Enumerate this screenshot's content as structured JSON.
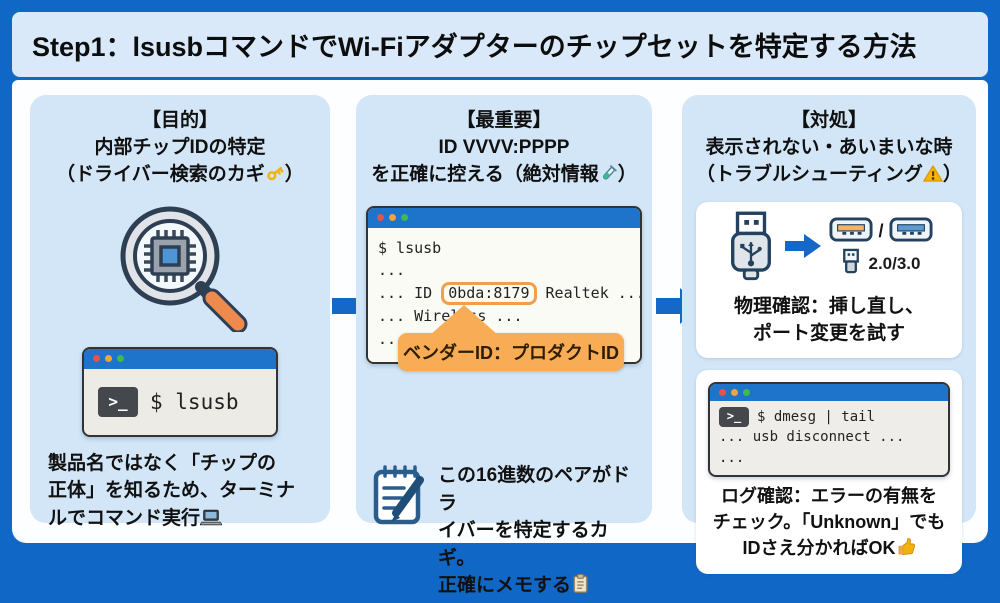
{
  "title": "Step1：lsusbコマンドでWi-Fiアダプターのチップセットを特定する方法",
  "colors": {
    "frame_blue": "#1167c5",
    "panel_blue": "#d2e6f7",
    "arrow_blue": "#1568c8",
    "terminal_bar_blue": "#1d74ca",
    "accent_orange": "#f7ac55",
    "highlight_border_orange": "#f0a04c"
  },
  "icons": {
    "key": "🔑",
    "test_tube": "🧪",
    "warning": "⚠️",
    "laptop": "💻",
    "clipboard": "📋",
    "thumbs_up": "👍",
    "magnifier_chip": "chip-under-magnifier",
    "usb_plug": "usb-plug",
    "notepad_pencil": "notepad-with-pencil",
    "terminal_prompt": ">_"
  },
  "panels": {
    "purpose": {
      "tag": "【目的】",
      "line2": "内部チップIDの特定",
      "line3_pre": "（ドライバー検索のカギ",
      "paren_close": "）",
      "terminal": {
        "prompt": ">_",
        "command": "$ lsusb"
      },
      "caption": [
        "製品名ではなく「チップの",
        "正体」を知るため、ターミナ",
        "ルでコマンド実行"
      ]
    },
    "important": {
      "tag": "【最重要】",
      "line2": "ID VVVV:PPPP",
      "line3_pre": "を正確に控える（絶対情報",
      "paren_close": "）",
      "terminal": {
        "l1": "$ lsusb",
        "l2": "...",
        "l3_pre": "... ID ",
        "l3_id": "0bda:8179",
        "l3_post": " Realtek ...",
        "l4": "... Wireless ...",
        "l5": "..."
      },
      "callout": "ベンダーID：プロダクトID",
      "note": [
        "この16進数のペアがドラ",
        "イバーを特定するカギ。",
        "正確にメモする"
      ]
    },
    "fix": {
      "tag": "【対処】",
      "line2": "表示されない・あいまいな時",
      "line3_pre": "（トラブルシューティング",
      "paren_close": "）",
      "card_physical": {
        "separator": "/",
        "usb_version_label": "2.0/3.0",
        "caption": [
          "物理確認：挿し直し、",
          "ポート変更を試す"
        ]
      },
      "card_log": {
        "terminal": {
          "prompt": ">_",
          "l1": "$ dmesg | tail",
          "l2": "... usb disconnect ...",
          "l3": "..."
        },
        "caption": [
          "ログ確認：エラーの有無を",
          "チェック。「Unknown」でも",
          "IDさえ分かればOK"
        ]
      }
    }
  }
}
